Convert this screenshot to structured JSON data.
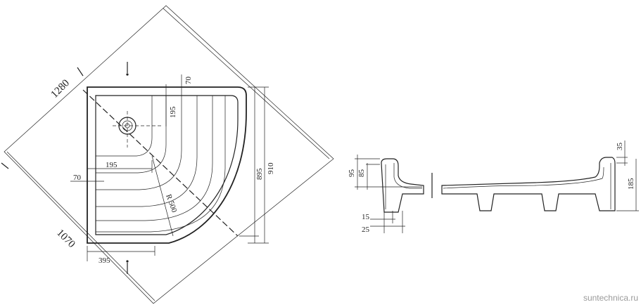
{
  "plan_dims": {
    "diag_top": "1280",
    "diag_bottom": "1070",
    "d70_top": "70",
    "d195_top": "195",
    "d195_mid": "195",
    "d70_left": "70",
    "radius": "R 500",
    "d895": "895",
    "d910": "910",
    "d395": "395"
  },
  "section_dims": {
    "d95": "95",
    "d85": "85",
    "d15": "15",
    "d25": "25",
    "d35": "35",
    "d185": "185"
  },
  "watermark": "suntechnica.ru"
}
